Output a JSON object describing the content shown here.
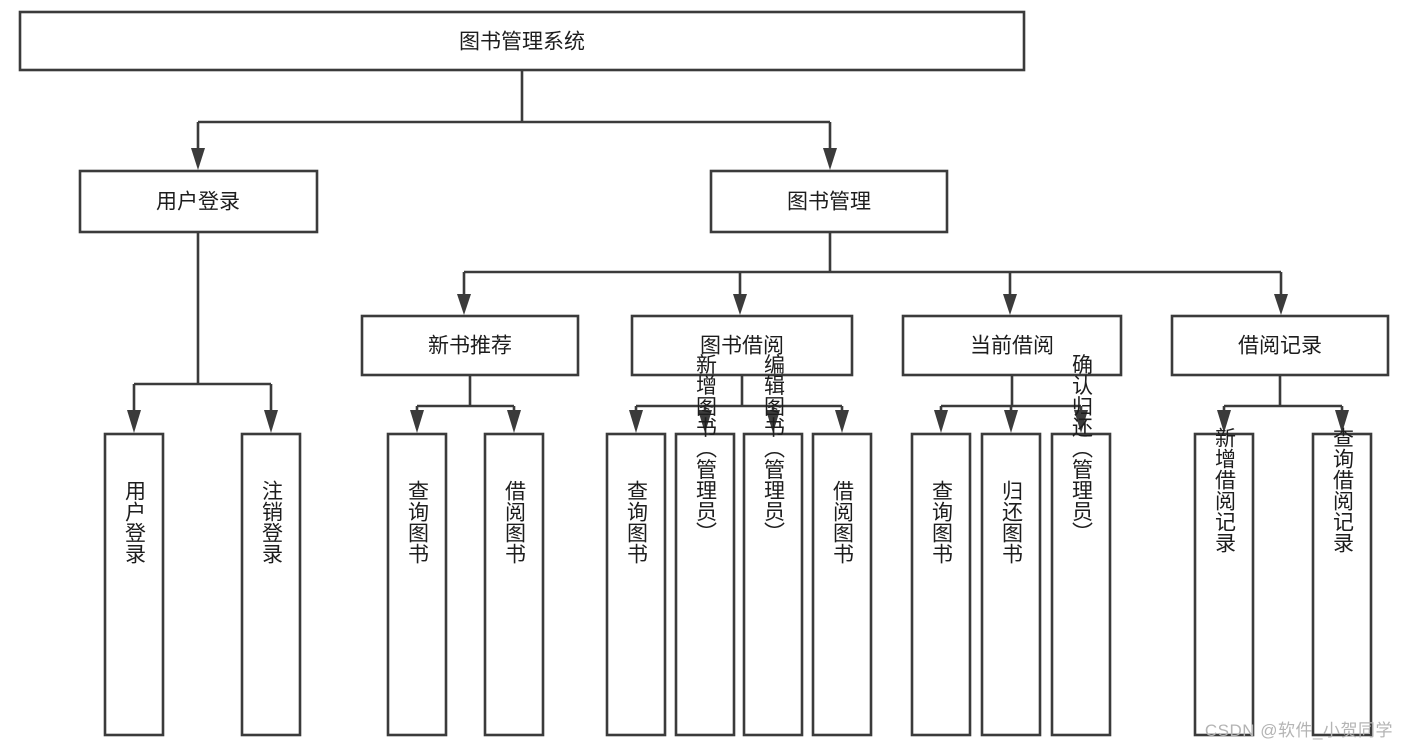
{
  "diagram": {
    "type": "tree",
    "title": "图书管理系统",
    "orientation": "top-down",
    "colors": {
      "box_stroke": "#3b3b3b",
      "box_fill": "#ffffff",
      "text": "#1d1d1d",
      "connector": "#3b3b3b",
      "watermark": "#b4b4b4",
      "background": "#ffffff"
    },
    "root": {
      "label": "图书管理系统"
    },
    "level2": [
      {
        "label": "用户登录"
      },
      {
        "label": "图书管理"
      }
    ],
    "level3": [
      {
        "label": "新书推荐"
      },
      {
        "label": "图书借阅"
      },
      {
        "label": "当前借阅"
      },
      {
        "label": "借阅记录"
      }
    ],
    "leaves": {
      "user_login": [
        {
          "label": "用户登录"
        },
        {
          "label": "注销登录"
        }
      ],
      "new_book_recommend": [
        {
          "label": "查询图书"
        },
        {
          "label": "借阅图书"
        }
      ],
      "book_borrow": [
        {
          "label": "查询图书"
        },
        {
          "label": "新增图书（管理员）"
        },
        {
          "label": "编辑图书（管理员）"
        },
        {
          "label": "借阅图书"
        }
      ],
      "current_borrow": [
        {
          "label": "查询图书"
        },
        {
          "label": "归还图书"
        },
        {
          "label": "确认归还（管理员）"
        }
      ],
      "borrow_record": [
        {
          "label": "新增借阅记录"
        },
        {
          "label": "查询借阅记录"
        }
      ]
    }
  },
  "watermark": {
    "text": "CSDN @软件_小贺同学"
  }
}
